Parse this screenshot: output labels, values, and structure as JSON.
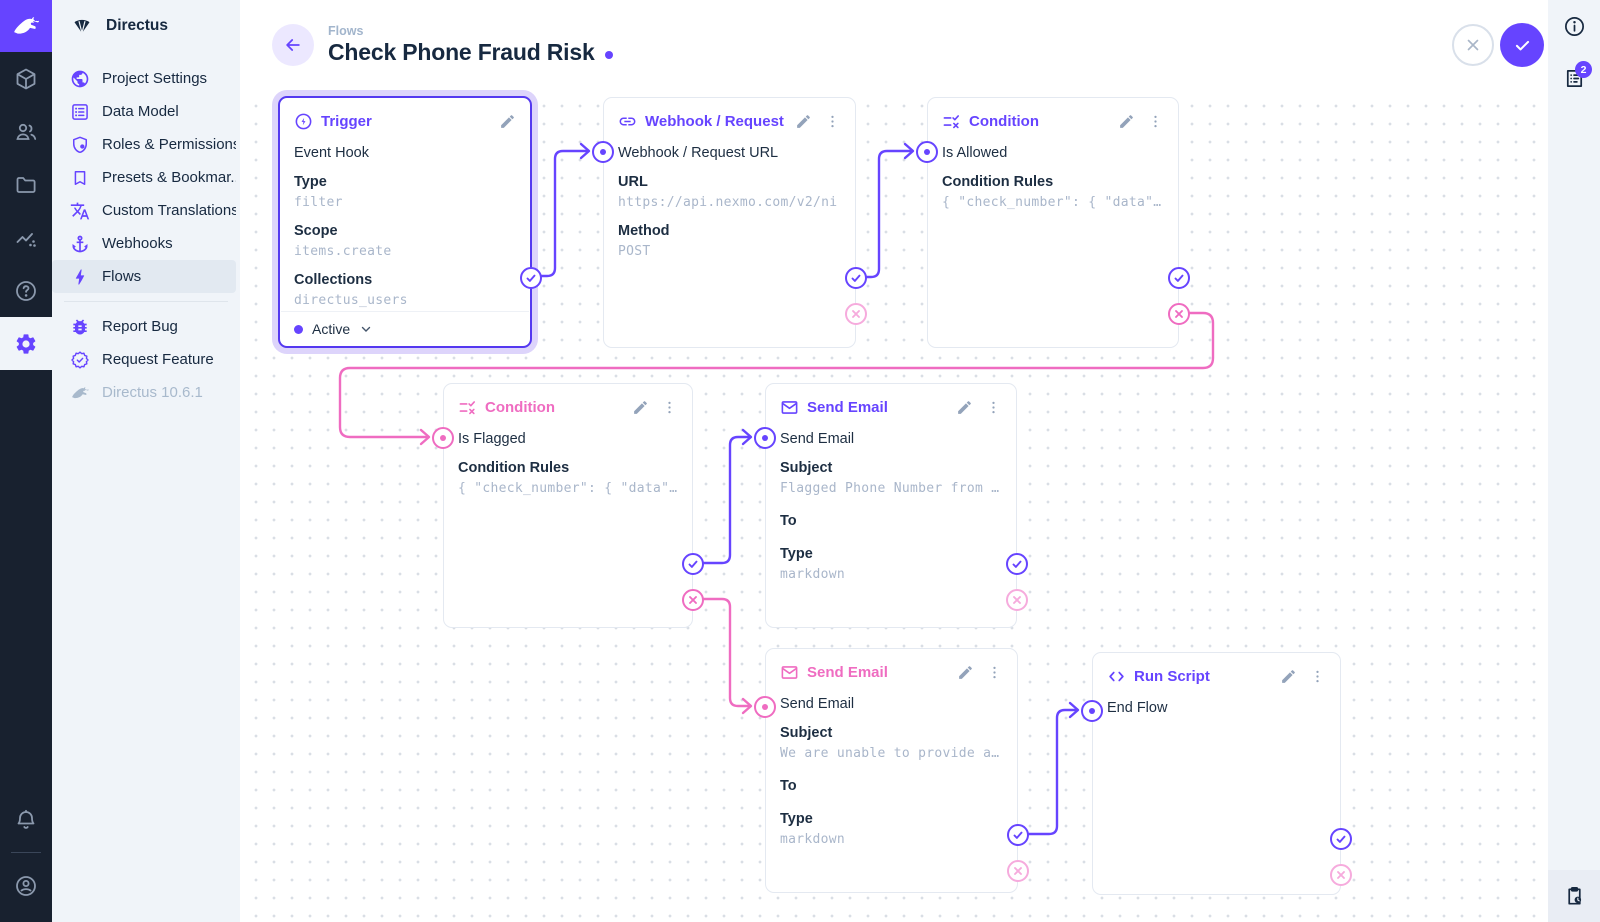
{
  "colors": {
    "accent": "#6644ff",
    "reject": "#ef6cc1",
    "reject_pale": "#f6abdd",
    "module_bar_bg": "#18212f",
    "sidebar_bg": "#f0f4f9",
    "text": "#172940",
    "muted_mono": "#a9b6ca"
  },
  "module_bar": {
    "logo_icon": "directus-rabbit-icon",
    "items": [
      {
        "icon": "content-cube-icon",
        "active": false
      },
      {
        "icon": "user-directory-icon",
        "active": false
      },
      {
        "icon": "file-library-folder-icon",
        "active": false
      },
      {
        "icon": "insights-icon",
        "active": false
      },
      {
        "icon": "docs-help-icon",
        "active": false
      },
      {
        "icon": "settings-gear-icon",
        "active": true
      }
    ],
    "bottom": [
      {
        "icon": "notifications-bell-icon"
      },
      {
        "icon": "user-avatar-icon"
      }
    ]
  },
  "sidebar": {
    "project_title": "Directus",
    "items": [
      {
        "label": "Project Settings",
        "icon": "globe-icon",
        "active": false
      },
      {
        "label": "Data Model",
        "icon": "data-model-icon",
        "active": false
      },
      {
        "label": "Roles & Permissions",
        "icon": "shield-icon",
        "active": false
      },
      {
        "label": "Presets & Bookmar...",
        "icon": "bookmark-icon",
        "active": false
      },
      {
        "label": "Custom Translations",
        "icon": "translate-icon",
        "active": false
      },
      {
        "label": "Webhooks",
        "icon": "anchor-icon",
        "active": false
      },
      {
        "label": "Flows",
        "icon": "bolt-icon",
        "active": true
      }
    ],
    "items_secondary": [
      {
        "label": "Report Bug",
        "icon": "bug-icon"
      },
      {
        "label": "Request Feature",
        "icon": "badge-check-icon"
      }
    ],
    "version_label": "Directus 10.6.1",
    "version_icon": "directus-rabbit-icon"
  },
  "header": {
    "breadcrumb": "Flows",
    "title": "Check Phone Fraud Risk",
    "unsaved_dot": true,
    "cancel_icon": "close-icon",
    "save_icon": "check-icon"
  },
  "right_bar": {
    "info_icon": "info-icon",
    "notes_icon": "operations-list-icon",
    "notes_badge": "2",
    "revisions_icon": "clipboard-clock-icon"
  },
  "cards": [
    {
      "title": "Trigger",
      "icon": "trigger-bolt-circle-icon",
      "tone": "resolve",
      "selected": true,
      "rows": [
        {
          "kind": "text",
          "value": "Event Hook"
        },
        {
          "kind": "label",
          "value": "Type"
        },
        {
          "kind": "mono",
          "value": "filter"
        },
        {
          "kind": "label",
          "value": "Scope"
        },
        {
          "kind": "mono",
          "value": "items.create"
        },
        {
          "kind": "label",
          "value": "Collections"
        },
        {
          "kind": "mono",
          "value": "directus_users"
        }
      ],
      "footer": {
        "status": "Active"
      }
    },
    {
      "title": "Webhook / Request URL",
      "icon": "link-icon",
      "tone": "resolve",
      "selected": false,
      "rows": [
        {
          "kind": "text",
          "value": "Webhook / Request URL"
        },
        {
          "kind": "label",
          "value": "URL"
        },
        {
          "kind": "mono",
          "value": "https://api.nexmo.com/v2/ni"
        },
        {
          "kind": "label",
          "value": "Method"
        },
        {
          "kind": "mono",
          "value": "POST"
        }
      ]
    },
    {
      "title": "Condition",
      "icon": "rule-icon",
      "tone": "resolve",
      "selected": false,
      "rows": [
        {
          "kind": "text",
          "value": "Is Allowed"
        },
        {
          "kind": "label",
          "value": "Condition Rules"
        },
        {
          "kind": "mono",
          "value": "{ \"check_number\": { \"data\"…"
        }
      ]
    },
    {
      "title": "Condition",
      "icon": "rule-icon",
      "tone": "reject",
      "selected": false,
      "rows": [
        {
          "kind": "text",
          "value": "Is Flagged"
        },
        {
          "kind": "label",
          "value": "Condition Rules"
        },
        {
          "kind": "mono",
          "value": "{ \"check_number\": { \"data\"…"
        }
      ]
    },
    {
      "title": "Send Email",
      "icon": "mail-icon",
      "tone": "resolve",
      "selected": false,
      "rows": [
        {
          "kind": "text",
          "value": "Send Email"
        },
        {
          "kind": "label",
          "value": "Subject"
        },
        {
          "kind": "mono",
          "value": "Flagged Phone Number from …"
        },
        {
          "kind": "label",
          "value": "To"
        },
        {
          "kind": "label",
          "value": "Type"
        },
        {
          "kind": "mono",
          "value": "markdown"
        }
      ]
    },
    {
      "title": "Send Email",
      "icon": "mail-icon",
      "tone": "reject",
      "selected": false,
      "rows": [
        {
          "kind": "text",
          "value": "Send Email"
        },
        {
          "kind": "label",
          "value": "Subject"
        },
        {
          "kind": "mono",
          "value": "We are unable to provide a…"
        },
        {
          "kind": "label",
          "value": "To"
        },
        {
          "kind": "label",
          "value": "Type"
        },
        {
          "kind": "mono",
          "value": "markdown"
        }
      ]
    },
    {
      "title": "Run Script",
      "icon": "code-icon",
      "tone": "resolve",
      "selected": false,
      "rows": [
        {
          "kind": "text",
          "value": "End Flow"
        }
      ]
    }
  ],
  "connections": [
    {
      "from": "Trigger.resolve",
      "to": "Webhook / Request URL.input",
      "tone": "resolve"
    },
    {
      "from": "Webhook / Request URL.resolve",
      "to": "Condition Is Allowed.input",
      "tone": "resolve"
    },
    {
      "from": "Condition Is Allowed.reject",
      "to": "Condition Is Flagged.input",
      "tone": "reject"
    },
    {
      "from": "Condition Is Flagged.resolve",
      "to": "Send Email Flagged.input",
      "tone": "resolve"
    },
    {
      "from": "Condition Is Flagged.reject",
      "to": "Send Email Unable.input",
      "tone": "reject"
    },
    {
      "from": "Send Email Unable.resolve",
      "to": "Run Script.input",
      "tone": "resolve"
    }
  ]
}
